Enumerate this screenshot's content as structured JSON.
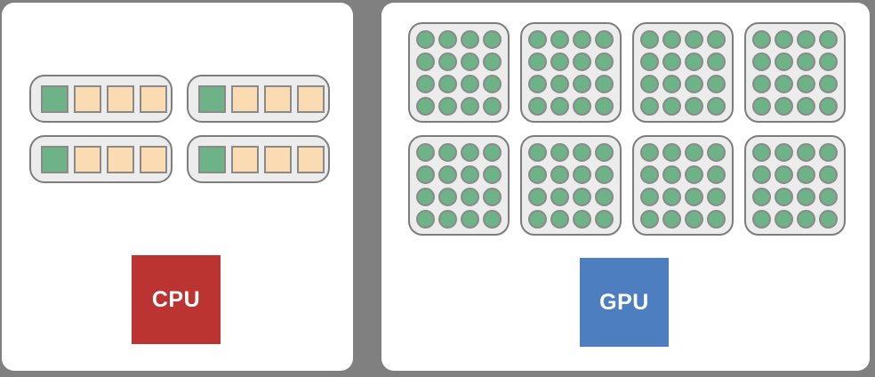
{
  "colors": {
    "background": "#808080",
    "panel": "#ffffff",
    "container_fill": "#ececec",
    "container_border": "#7d7d7d",
    "cell_border": "#8a8a8a",
    "active_green": "#6eb287",
    "idle_peach": "#fbdcb2",
    "cpu_red": "#bb3431",
    "gpu_blue": "#4d7fc0",
    "label_text": "#ffffff"
  },
  "cpu_panel": {
    "label": "CPU",
    "core_count": 4,
    "grid": {
      "rows": 2,
      "cols": 2
    },
    "cells_per_core": 4,
    "active_cells_per_core": 1
  },
  "gpu_panel": {
    "label": "GPU",
    "block_count": 8,
    "grid": {
      "rows": 2,
      "cols": 4
    },
    "circles_per_block": 16,
    "circle_grid": {
      "rows": 4,
      "cols": 4
    }
  }
}
